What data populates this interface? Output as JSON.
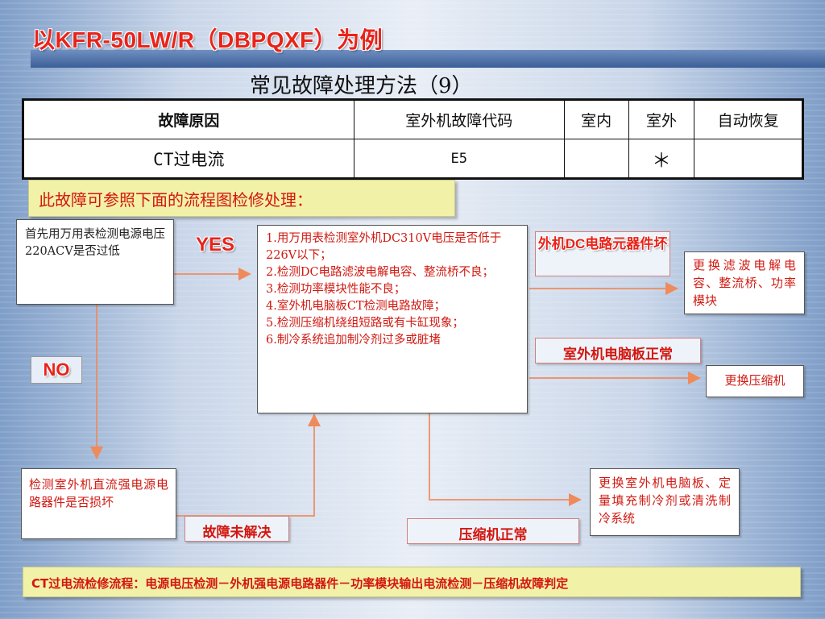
{
  "header": {
    "title": "以KFR-50LW/R（DBPQXF）为例",
    "subtitle": "常见故障处理方法（9）"
  },
  "table": {
    "headers": [
      "故障原因",
      "室外机故障代码",
      "室内",
      "室外",
      "自动恢复"
    ],
    "row": [
      "CT过电流",
      "E5",
      "",
      "＊",
      ""
    ]
  },
  "banner": "此故障可参照下面的流程图检修处理：",
  "flow": {
    "start_box": "首先用万用表检测电源电压220ACV是否过低",
    "yes_label": "YES",
    "no_label": "NO",
    "check_steps": [
      "1.用万用表检测室外机DC310V电压是否低于226V以下；",
      "2.检测DC电路滤波电解电容、整流桥不良；",
      "3.检测功率模块性能不良；",
      "4.室外机电脑板CT检测电路故障；",
      "5.检测压缩机绕组短路或有卡缸现象；",
      "6.制冷系统追加制冷剂过多或脏堵"
    ],
    "dc_fault_label": "外机DC电路元器件坏",
    "replace_filter_box": "更换滤波电解电容、整流桥、功率模块",
    "board_normal_label": "室外机电脑板正常",
    "replace_compressor_box": "更换压缩机",
    "check_dc_supply_box": "检测室外机直流强电源电路器件是否损坏",
    "unresolved_label": "故障未解决",
    "compressor_normal_label": "压缩机正常",
    "replace_board_box": "更换室外机电脑板、定量填充制冷剂或清洗制冷系统"
  },
  "footer": {
    "prefix": "CT",
    "text": "过电流检修流程：电源电压检测－外机强电源电路器件－功率模块输出电流检测－压缩机故障判定"
  },
  "colors": {
    "accent": "#e8231a",
    "arrow": "#ef8a5a",
    "banner_bg": "#f2f1a8"
  }
}
